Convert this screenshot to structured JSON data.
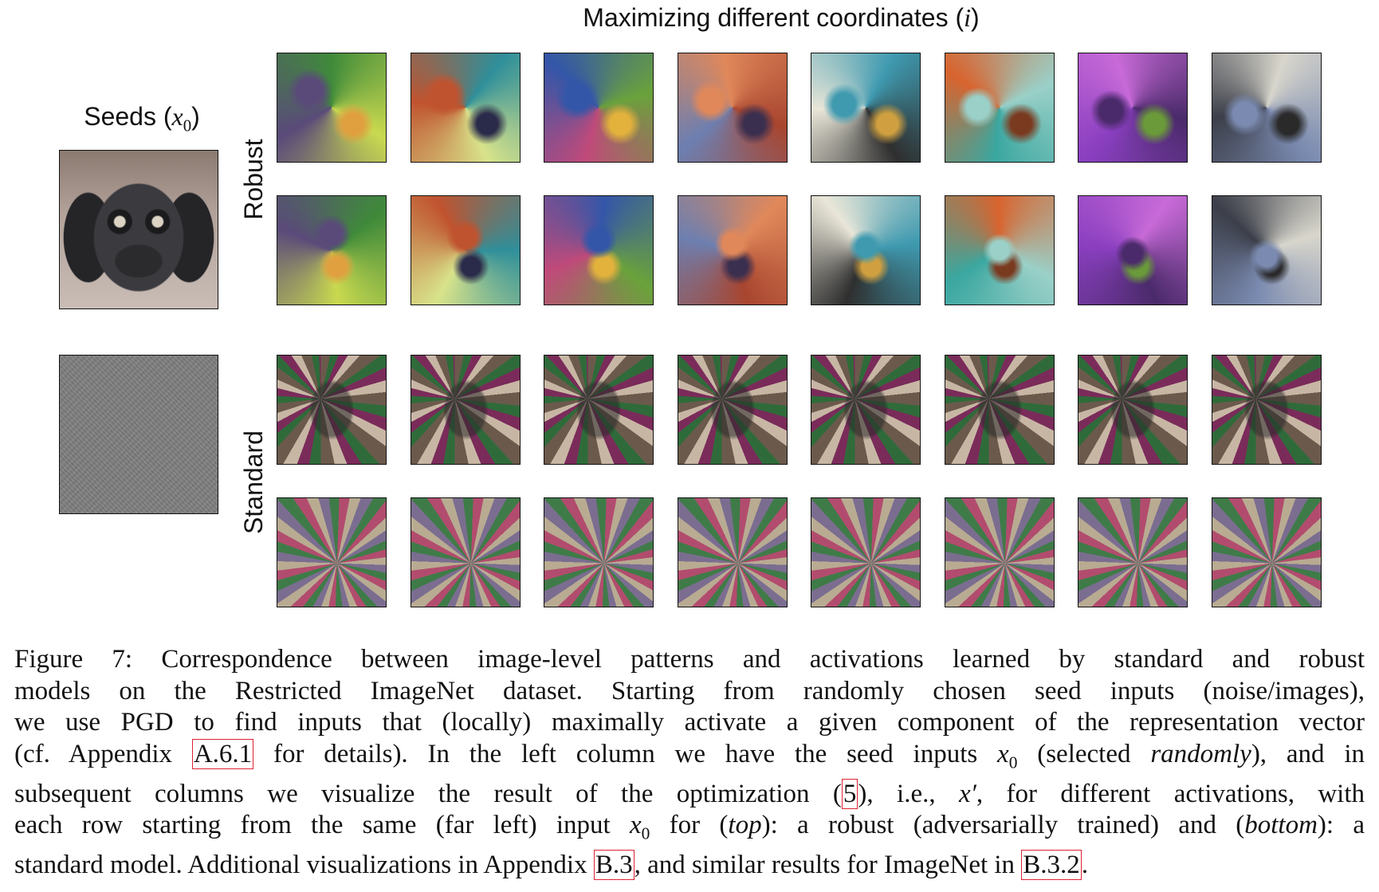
{
  "figure": {
    "top_title_prefix": "Maximizing different coordinates (",
    "top_title_var": "i",
    "top_title_suffix": ")",
    "seeds_title_prefix": "Seeds (",
    "seeds_title_var": "x",
    "seeds_title_sub": "0",
    "seeds_title_suffix": ")",
    "row_labels": {
      "robust": "Robust",
      "standard": "Standard"
    },
    "columns": 8
  },
  "caption": {
    "line1": "Figure 7: Correspondence between image-level patterns and activations learned by standard and robust",
    "line2": "models on the Restricted ImageNet dataset. Starting from randomly chosen seed inputs (noise/images),",
    "line3": "we use PGD to find inputs that (locally) maximally activate a given component of the representation vector",
    "line4_a": "(cf. Appendix ",
    "line4_ref": "A.6.1",
    "line4_b": " for details). In the left column we have the seed inputs ",
    "line4_var": "x",
    "line4_sub": "0",
    "line4_c": " (selected ",
    "line4_em": "randomly",
    "line4_d": "), and in",
    "line5_a": "subsequent columns we visualize the result of the optimization (",
    "line5_ref": "5",
    "line5_b": "), i.e., ",
    "line5_var": "x′",
    "line5_c": ", for different activations, with",
    "line6_a": "each row starting from the same (far left) input ",
    "line6_var": "x",
    "line6_sub": "0",
    "line6_b": " for (",
    "line6_em1": "top",
    "line6_c": "): a robust (adversarially trained) and (",
    "line6_em2": "bottom",
    "line6_d": "): a",
    "line7_a": "standard model. Additional visualizations in Appendix ",
    "line7_ref1": "B.3",
    "line7_b": ", and similar results for ImageNet in ",
    "line7_ref2": "B.3.2",
    "line7_c": "."
  }
}
